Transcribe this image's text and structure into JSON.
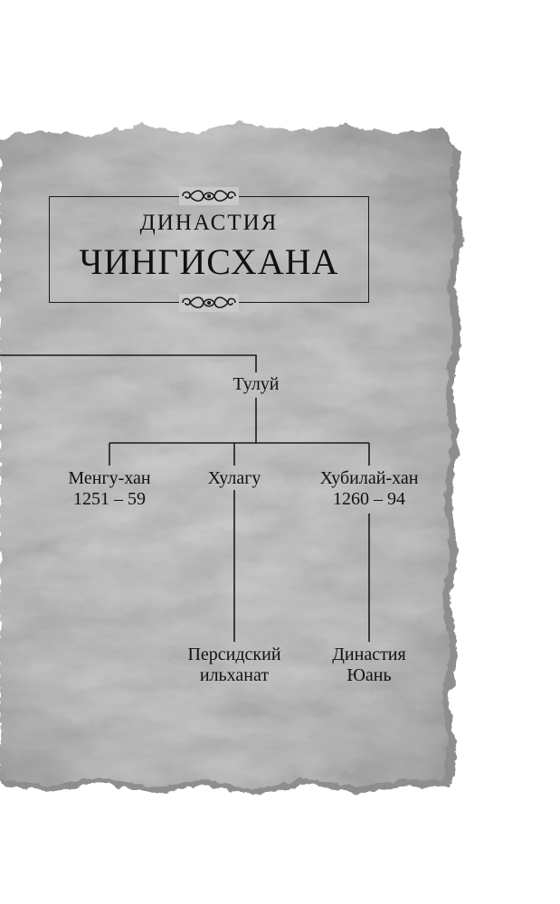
{
  "title": {
    "line1": "ДИНАСТИЯ",
    "line2": "ЧИНГИСХАНА"
  },
  "nodes": {
    "tului": {
      "name": "Тулуй"
    },
    "mengu": {
      "name": "Менгу-хан",
      "years": "1251 – 59"
    },
    "hulagu": {
      "name": "Хулагу"
    },
    "khubilai": {
      "name": "Хубилай-хан",
      "years": "1260 – 94"
    },
    "ilkhanate": {
      "line1": "Персидский",
      "line2": "ильханат"
    },
    "yuan": {
      "line1": "Династия",
      "line2": "Юань"
    }
  },
  "colors": {
    "paper": "#c9c9c9",
    "paper_dark": "#9f9f9f",
    "ink": "#1a1a1a",
    "background": "#ffffff"
  }
}
